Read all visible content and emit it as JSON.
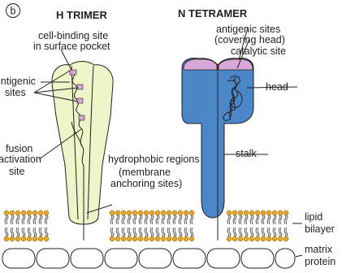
{
  "panel_label": "b",
  "h_trimer": {
    "title": "H TRIMER",
    "labels": {
      "cell_binding_1": "cell-binding site",
      "cell_binding_2": "in surface pocket",
      "antigenic_1": "intigenic",
      "antigenic_2": "sites",
      "fusion_1": "fusion",
      "fusion_2": "activation",
      "fusion_3": "site"
    }
  },
  "n_tetramer": {
    "title": "N TETRAMER",
    "labels": {
      "antigenic_1": "antigenic sites",
      "antigenic_2": "(covering head)",
      "catalytic": "catalytic site",
      "head": "head",
      "stalk": "stalk"
    }
  },
  "hydrophobic": {
    "line1": "hydrophobic regions",
    "line2": "(membrane",
    "line3": "anchoring sites)"
  },
  "lipid": {
    "line1": "lipid",
    "line2": "bilayer"
  },
  "matrix": {
    "line1": "matrix",
    "line2": "protein"
  },
  "colors": {
    "h_trimer_fill": "#eef5c9",
    "n_tetramer_fill": "#4a86c8",
    "antigenic_cap": "#d8a8d8",
    "lipid_head": "#e8a623",
    "outline": "#231f20"
  }
}
